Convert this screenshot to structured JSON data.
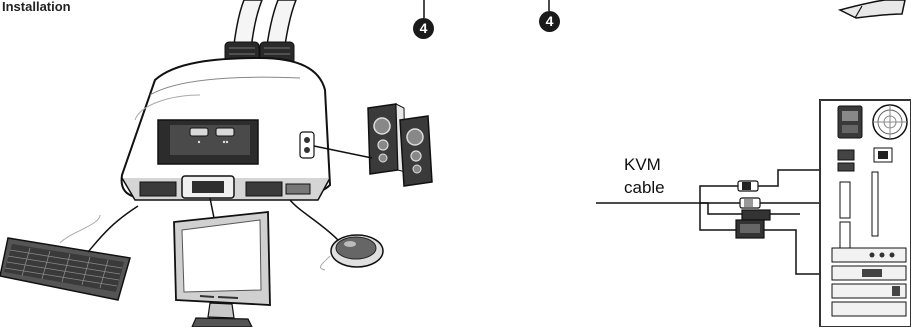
{
  "section_title": "Installation",
  "step_markers": [
    "4",
    "4"
  ],
  "cable_label": {
    "line1": "KVM",
    "line2": "cable"
  },
  "colors": {
    "line": "#1a1a1a",
    "device_dark": "#333333",
    "device_mid": "#9a9a9a",
    "device_light": "#e6e6e6"
  }
}
